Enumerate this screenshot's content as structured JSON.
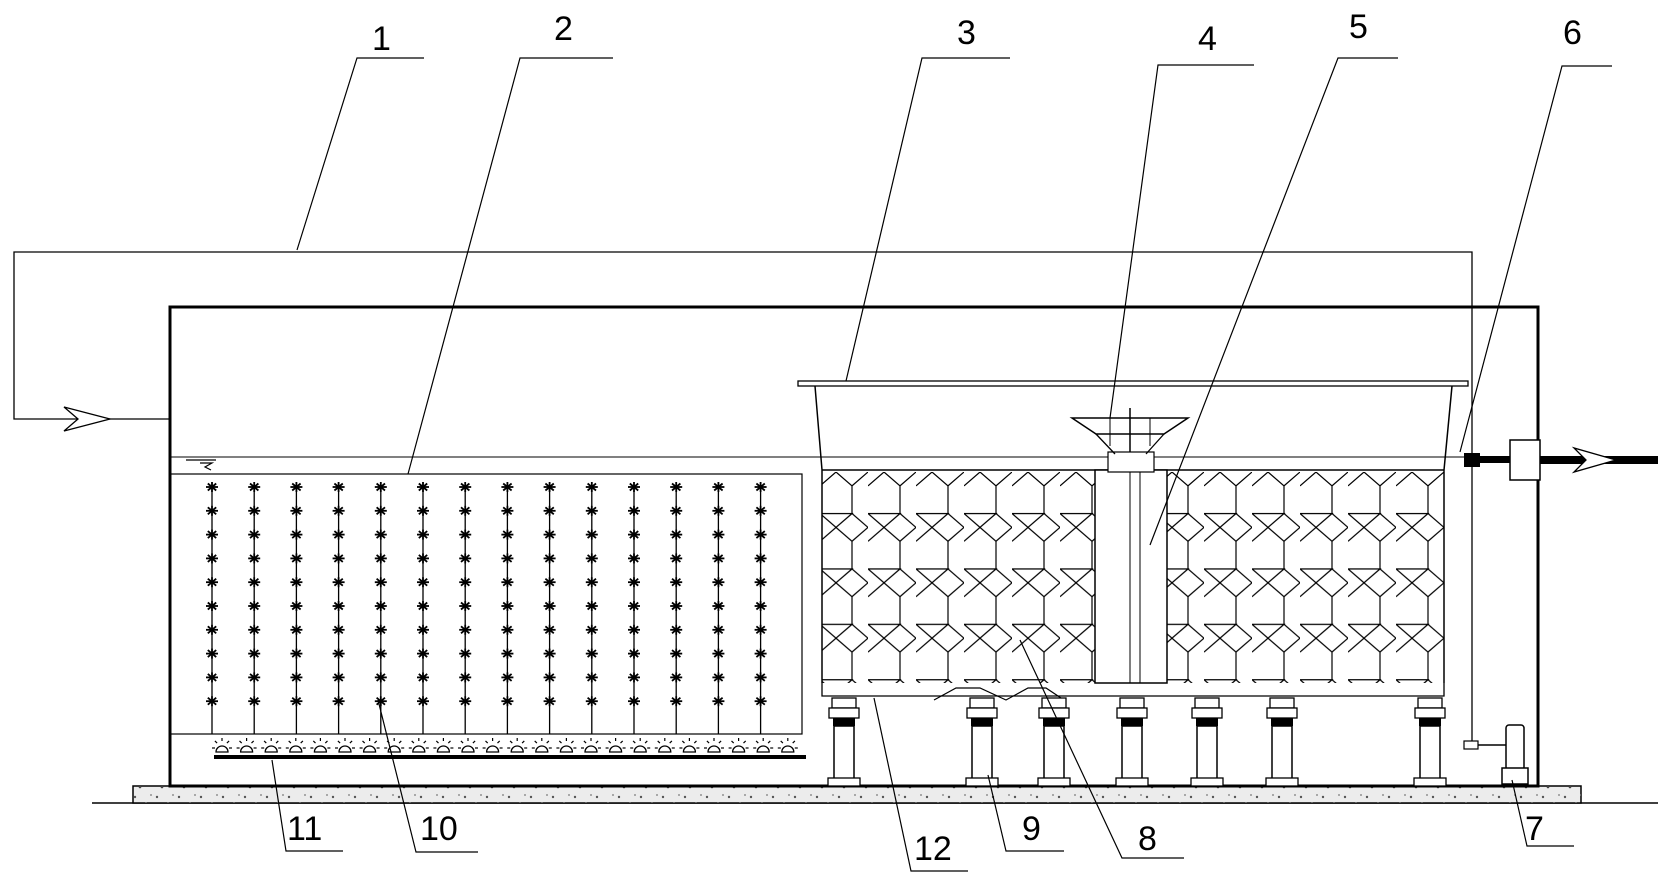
{
  "callouts": [
    {
      "id": "1",
      "label": "1"
    },
    {
      "id": "2",
      "label": "2"
    },
    {
      "id": "3",
      "label": "3"
    },
    {
      "id": "4",
      "label": "4"
    },
    {
      "id": "5",
      "label": "5"
    },
    {
      "id": "6",
      "label": "6"
    },
    {
      "id": "7",
      "label": "7"
    },
    {
      "id": "8",
      "label": "8"
    },
    {
      "id": "9",
      "label": "9"
    },
    {
      "id": "10",
      "label": "10"
    },
    {
      "id": "11",
      "label": "11"
    },
    {
      "id": "12",
      "label": "12"
    }
  ],
  "colors": {
    "line": "#000000",
    "ground": "#ececec",
    "background": "#ffffff"
  }
}
